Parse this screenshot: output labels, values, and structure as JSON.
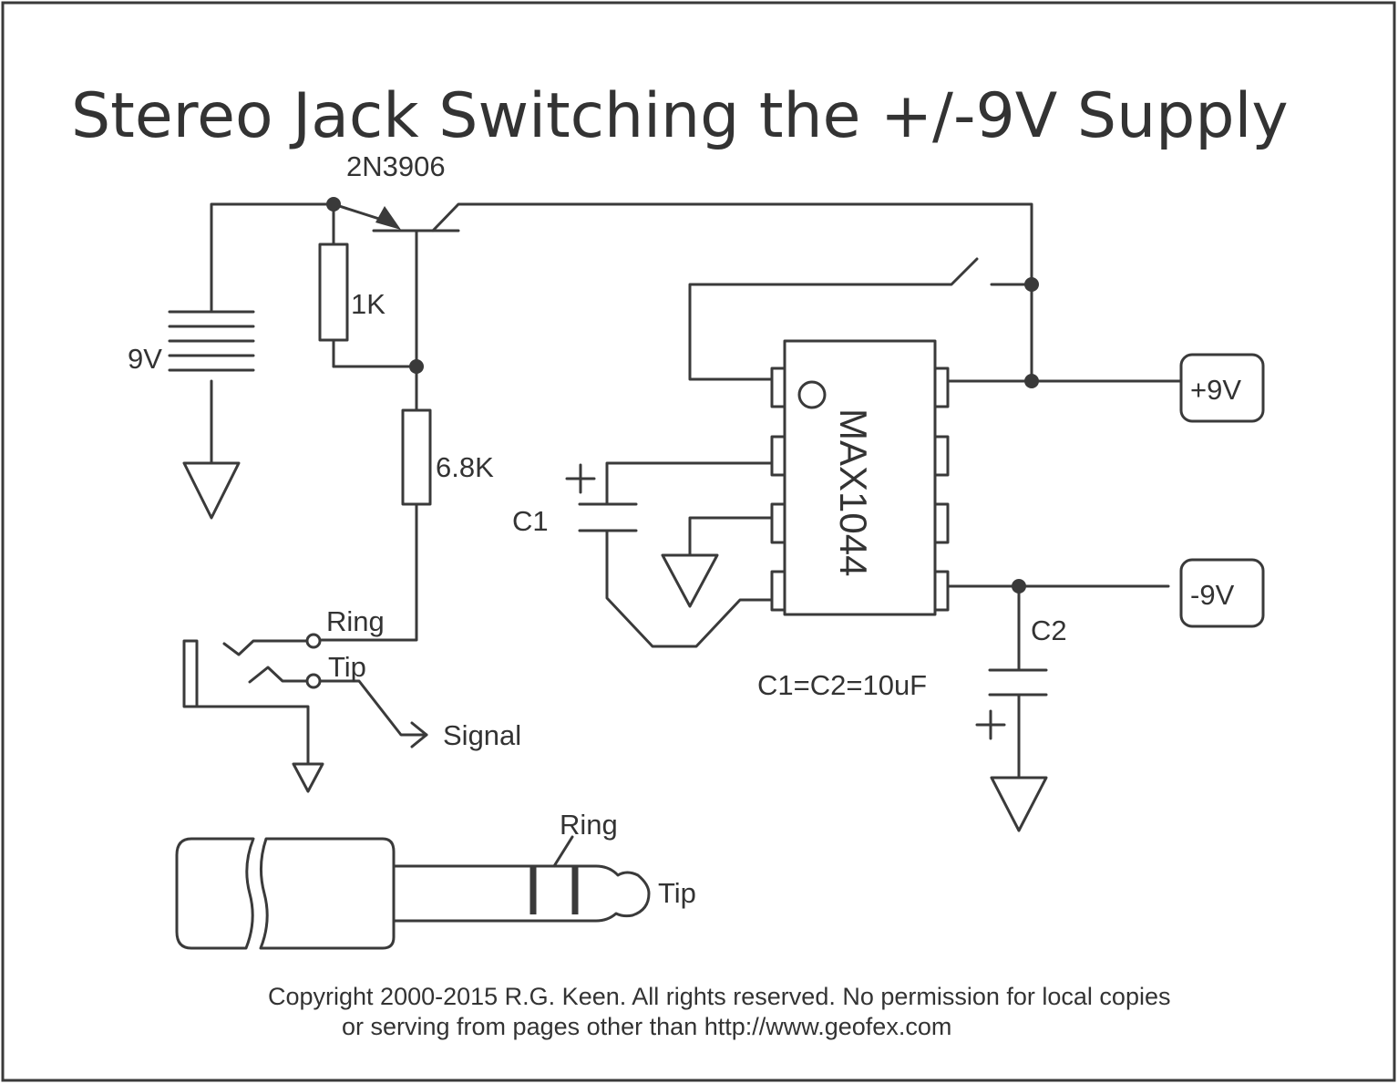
{
  "title": "Stereo Jack Switching the +/-9V Supply",
  "components": {
    "transistor": "2N3906",
    "battery": "9V",
    "r1": "1K",
    "r2": "6.8K",
    "c1": "C1",
    "c2": "C2",
    "ic": "MAX1044",
    "cap_note": "C1=C2=10uF",
    "plus_sign": "+"
  },
  "jack": {
    "ring": "Ring",
    "tip": "Tip",
    "signal": "Signal"
  },
  "plug": {
    "ring": "Ring",
    "tip": "Tip"
  },
  "outputs": {
    "positive": "+9V",
    "negative": "-9V"
  },
  "copyright": {
    "line1": "Copyright 2000-2015  R.G. Keen. All rights reserved. No permission for local copies",
    "line2": "or serving from pages other than http://www.geofex.com"
  }
}
